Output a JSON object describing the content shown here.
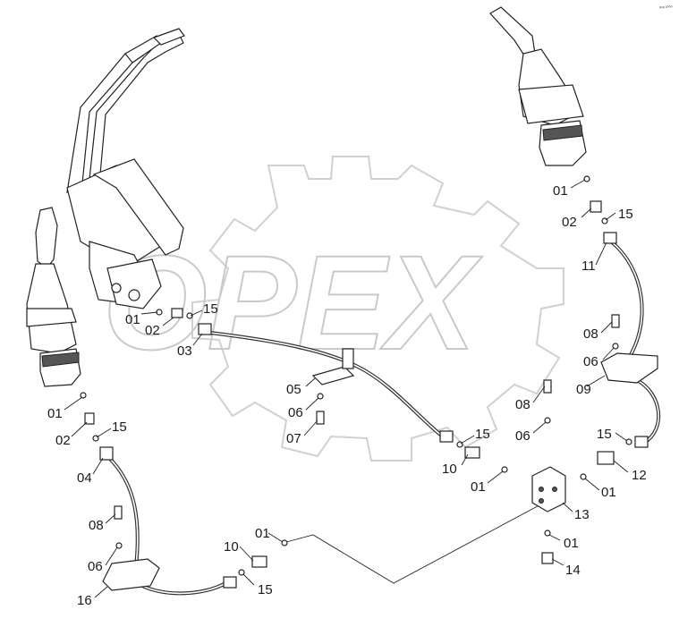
{
  "corner_mark": "ᵍⁿᵃ ²⁰⁰⁰",
  "watermark": "OPEX",
  "colors": {
    "ink": "#222222",
    "watermark": "#c9c9c9",
    "background": "#ffffff"
  },
  "callouts": {
    "c01_pedal": "01",
    "c02_pedal": "02",
    "c15_pedal": "15",
    "c03": "03",
    "c01_left": "01",
    "c02_left": "02",
    "c15_left": "15",
    "c04": "04",
    "c08_left": "08",
    "c06_left": "06",
    "c16": "16",
    "c05": "05",
    "c06_mid": "06",
    "c07": "07",
    "c01_bottom": "01",
    "c10_bottom": "10",
    "c15_bottom": "15",
    "c15_mid": "15",
    "c10_mid": "10",
    "c01_mid": "01",
    "c08_right": "08",
    "c06_right": "06",
    "c13": "13",
    "c01_under13": "01",
    "c14": "14",
    "c01_right": "01",
    "c12": "12",
    "c15_right_low": "15",
    "c01_topright": "01",
    "c02_topright": "02",
    "c15_topright": "15",
    "c11": "11",
    "c08_topright": "08",
    "c06_topright": "06",
    "c09": "09"
  }
}
